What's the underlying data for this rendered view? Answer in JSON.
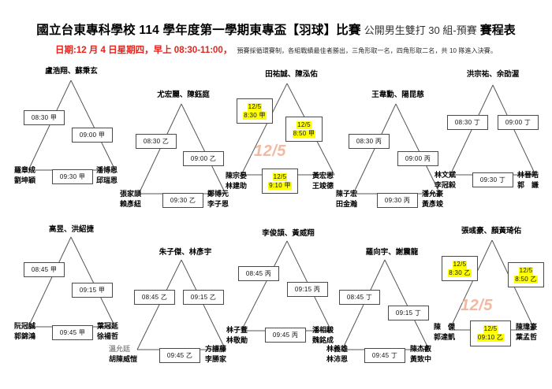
{
  "header": {
    "title_main": "國立台東專科學校 114 學年度第一學期東專盃【羽球】比賽",
    "title_sub": "公開男生雙打 30 組-預賽",
    "title_tail": "賽程表",
    "date_text": "日期:12 月 4 日星期四，早上 08:30-11:00，",
    "note_text": "預賽採循環賽制，各組戰績最佳者勝出，三角形取一名，四角形取二名，共 10 隊進入決賽。",
    "accent_red": "#e8201a",
    "highlight_yellow": "#ffff00",
    "watermark_color": "#f3b9a0"
  },
  "groups": [
    {
      "id": "group-a1",
      "title": "盧浩翔、蘇秉玄",
      "team_left_1": "羅章成",
      "team_left_2": "劉坤穎",
      "team_right_1": "潘博恩",
      "team_right_2": "邱瑞恩",
      "match_left": "08:30 甲",
      "match_right": "09:00 甲",
      "match_bottom": "09:30 甲",
      "watermark": ""
    },
    {
      "id": "group-a2",
      "title": "尤宏麗、陳鈺庭",
      "team_left_1": "張家頡",
      "team_left_2": "賴彥紐",
      "team_right_1": "鄭博元",
      "team_right_2": "李子恩",
      "match_left": "08:30 乙",
      "match_right": "09:00 乙",
      "match_bottom": "09:30 乙",
      "watermark": ""
    },
    {
      "id": "group-a3",
      "title": "田祐誠、陳泓佑",
      "team_left_1": "陳宗晏",
      "team_left_2": "林建助",
      "team_right_1": "黃宏恩",
      "team_right_2": "王竣德",
      "match_left_d1": "12/5",
      "match_left_d2": "8:30 甲",
      "match_right_d1": "12/5",
      "match_right_d2": "8:50 甲",
      "match_bottom_d1": "12/5",
      "match_bottom_d2": "9:10 甲",
      "watermark": "12/5"
    },
    {
      "id": "group-a4",
      "title": "王韋勳、陽昆慈",
      "team_left_1": "陳子宏",
      "team_left_2": "田金瀚",
      "team_right_1": "潘允豪",
      "team_right_2": "黃彥竣",
      "match_left": "08:30 丙",
      "match_right": "09:00 丙",
      "match_bottom": "09:30 丙",
      "watermark": ""
    },
    {
      "id": "group-a5",
      "title": "洪宗祐、余劭渥",
      "team_left_1": "林文斌",
      "team_left_2": "李冠毅",
      "team_right_1": "林晉皓",
      "team_right_2": "郭　謙",
      "match_left": "08:30 丁",
      "match_right": "09:00 丁",
      "match_bottom": "09:30 丁",
      "watermark": ""
    },
    {
      "id": "group-b1",
      "title": "高昱、洪紹捷",
      "team_left_1": "阮冠誠",
      "team_left_2": "郭錦鴻",
      "team_right_1": "葉冠廷",
      "team_right_2": "徐禓哲",
      "match_left": "08:45 甲",
      "match_right": "09:15 甲",
      "match_bottom": "09:45 甲",
      "watermark": ""
    },
    {
      "id": "group-b2",
      "title": "朱子傑、林彥宇",
      "team_left_1": "溫允廷",
      "team_left_2": "胡陳威愷",
      "team_right_1": "方譜藤",
      "team_right_2": "李勝家",
      "match_left": "08:45 乙",
      "match_right": "09:15 乙",
      "match_bottom": "09:45 乙",
      "watermark": ""
    },
    {
      "id": "group-b3",
      "title": "李俊頡、黃威翔",
      "team_left_1": "林子萱",
      "team_left_2": "林敬勛",
      "team_right_1": "潘相駿",
      "team_right_2": "魏銘成",
      "match_left": "08:45 丙",
      "match_right": "09:15 丙",
      "match_bottom": "09:45 丙",
      "watermark": ""
    },
    {
      "id": "group-b4",
      "title": "羅向宇、謝震龍",
      "team_left_1": "林義雄",
      "team_left_2": "林沛恩",
      "team_right_1": "陳杰叡",
      "team_right_2": "黃致中",
      "match_left": "08:45 丁",
      "match_right": "09:15 丁",
      "match_bottom": "09:45 丁",
      "watermark": ""
    },
    {
      "id": "group-b5",
      "title": "張彧豪、顏黃琦佑",
      "team_left_1": "陳　傑",
      "team_left_2": "郭達凱",
      "team_right_1": "陳瑋豪",
      "team_right_2": "葉孟哲",
      "match_left_d1": "12/5",
      "match_left_d2": "8:30 乙",
      "match_right_d1": "12/5",
      "match_right_d2": "8:50 乙",
      "match_bottom_d1": "12/5",
      "match_bottom_d2": "09:10 乙",
      "watermark": "12/5"
    }
  ]
}
